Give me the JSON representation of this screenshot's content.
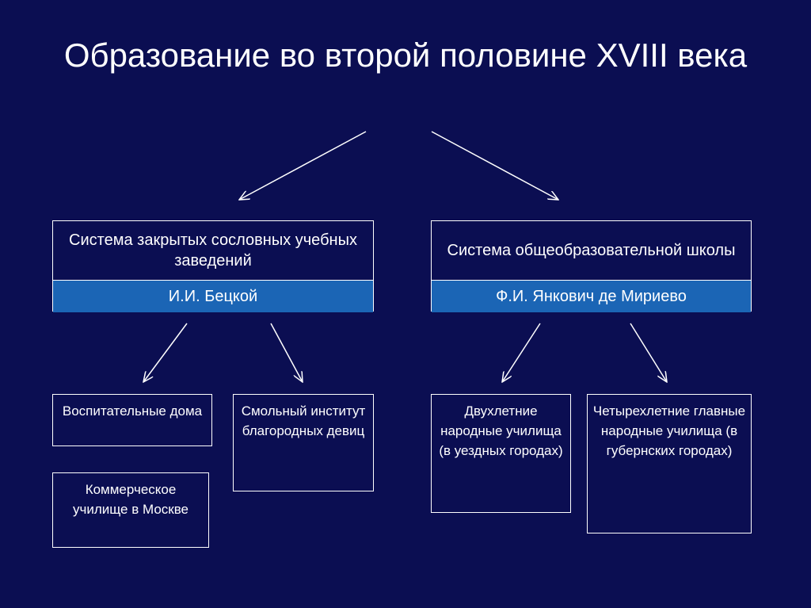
{
  "title": "Образование во второй половине XVIII века",
  "systems": [
    {
      "name": "Система закрытых сословных учебных заведений",
      "person": "И.И. Бецкой",
      "institutions": [
        "Воспитательные дома",
        "Смольный институт благородных девиц",
        "Коммерческое училище в Москве"
      ]
    },
    {
      "name": "Система общеобразовательной школы",
      "person": "Ф.И. Янкович де Мириево",
      "institutions": [
        "Двухлетние народные училища (в уездных городах)",
        "Четырехлетние главные народные училища (в губернских городах)"
      ]
    }
  ]
}
